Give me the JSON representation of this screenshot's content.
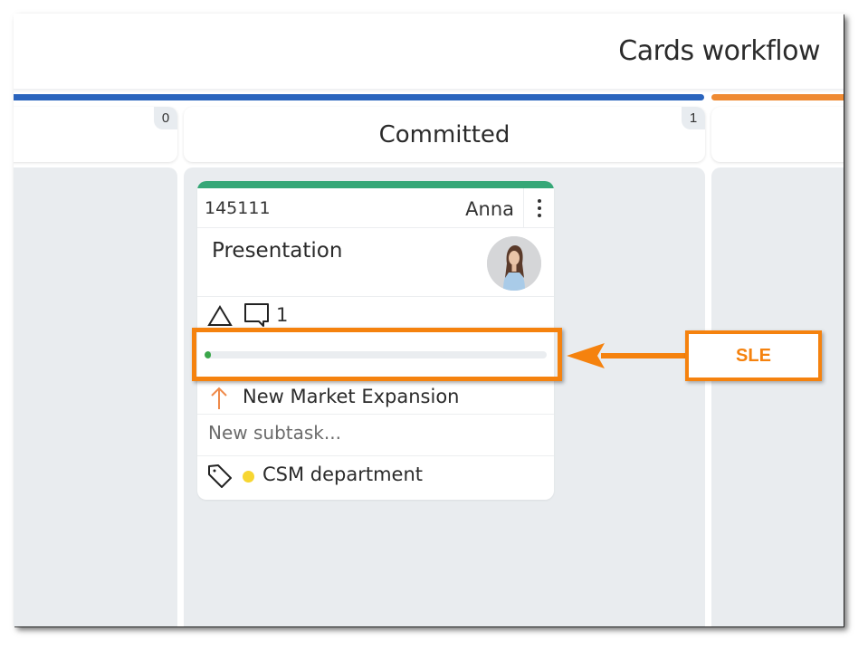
{
  "header": {
    "title": "Cards workflow"
  },
  "lanes": [
    {
      "color": "#2a64bd"
    },
    {
      "color": "#ef8a32"
    }
  ],
  "columns": [
    {
      "title": "",
      "count": "0"
    },
    {
      "title": "Committed",
      "count": "1"
    },
    {
      "title": "",
      "count": ""
    }
  ],
  "card": {
    "accent_color": "#35a777",
    "id": "145111",
    "owner": "Anna",
    "menu_icon": "more-vertical-icon",
    "title": "Presentation",
    "avatar_icon": "user-avatar",
    "icons": {
      "blocker": "warning-triangle-icon",
      "comments": "comment-icon"
    },
    "comment_count": "1",
    "sle": {
      "label": "SLE",
      "progress_percent": 1.5,
      "color": "#3aa64a"
    },
    "parent": {
      "icon": "arrow-up-icon",
      "title": "New Market Expansion"
    },
    "subtask": {
      "placeholder": "New subtask...",
      "value": ""
    },
    "tag": {
      "icon": "tag-icon",
      "color": "#f7d631",
      "label": "CSM department"
    }
  },
  "annotation": {
    "label": "SLE",
    "color": "#f5820e"
  }
}
